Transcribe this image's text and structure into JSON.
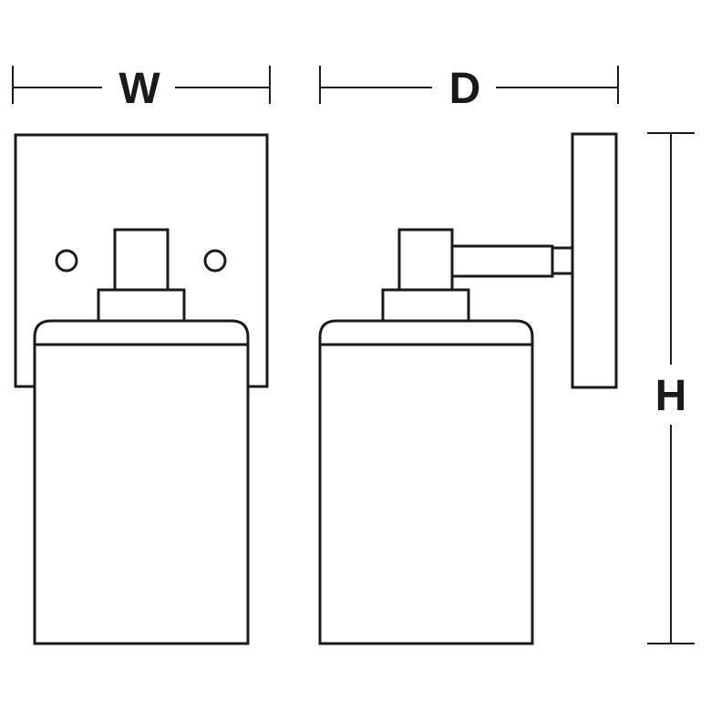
{
  "labels": {
    "width": "W",
    "depth": "D",
    "height": "H"
  },
  "colors": {
    "line": "#1a1a1a",
    "background": "#ffffff"
  }
}
